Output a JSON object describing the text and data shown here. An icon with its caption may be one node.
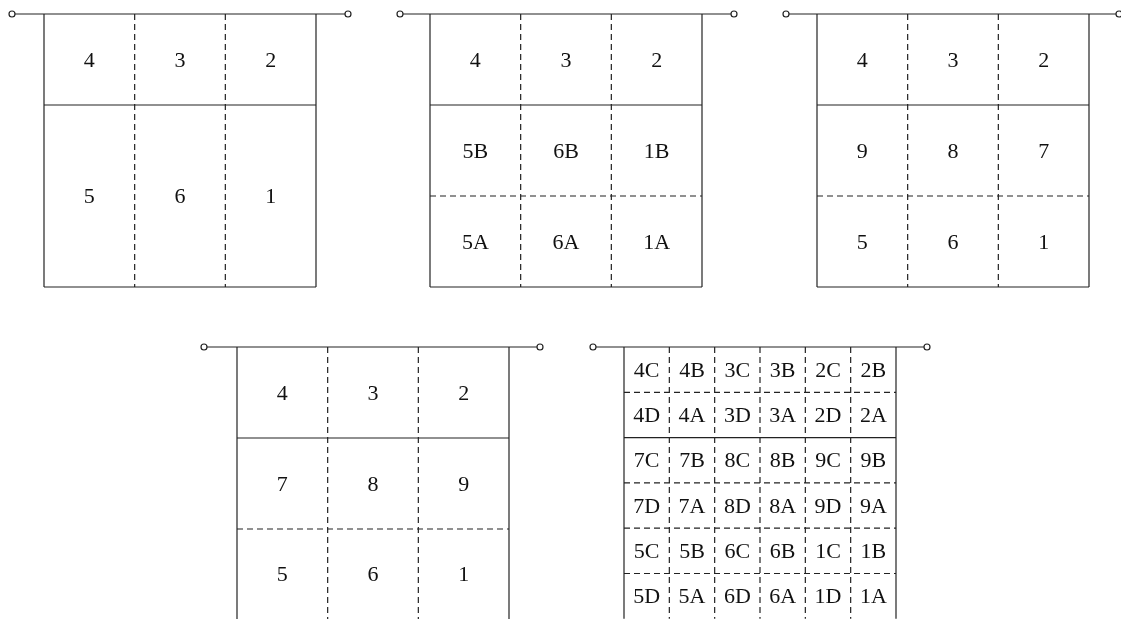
{
  "diagram": {
    "labels": [
      "4",
      "3",
      "2",
      "5",
      "6",
      "1",
      "4",
      "3",
      "2",
      "5B",
      "6B",
      "1B",
      "5A",
      "6A",
      "1A",
      "4",
      "3",
      "2",
      "9",
      "8",
      "7",
      "5",
      "6",
      "1",
      "4",
      "3",
      "2",
      "7",
      "8",
      "9",
      "5",
      "6",
      "1",
      "4C",
      "4B",
      "3C",
      "3B",
      "2C",
      "2B",
      "4D",
      "4A",
      "3D",
      "3A",
      "2D",
      "2A",
      "7C",
      "7B",
      "8C",
      "8B",
      "9C",
      "9B",
      "7D",
      "7A",
      "8D",
      "8A",
      "9D",
      "9A",
      "5C",
      "5B",
      "6C",
      "6B",
      "1C",
      "1B",
      "5D",
      "5A",
      "6D",
      "6A",
      "1D",
      "1A"
    ]
  }
}
